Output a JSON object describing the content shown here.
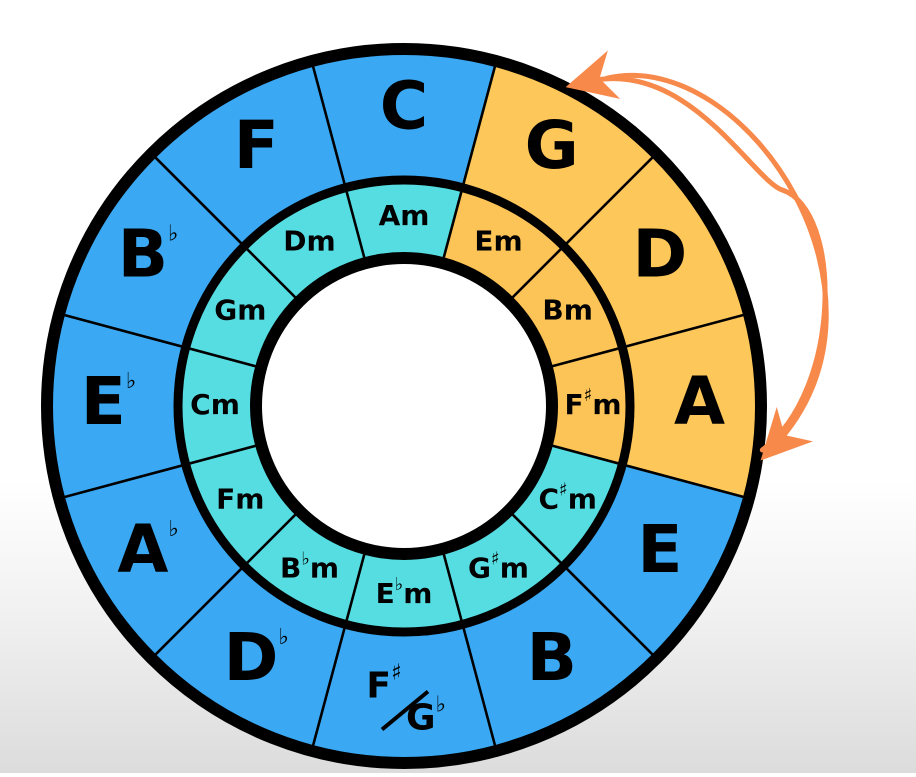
{
  "colors": {
    "outer_blue": "#3aa8f2",
    "inner_cyan": "#56dde2",
    "highlight_outer": "#fdc75a",
    "highlight_inner": "#fcc456",
    "ring_border": "#000000",
    "arrow": "#f7894a"
  },
  "circle_of_fifths": {
    "major_keys": [
      {
        "base": "C",
        "acc": "",
        "highlight": false
      },
      {
        "base": "G",
        "acc": "",
        "highlight": true
      },
      {
        "base": "D",
        "acc": "",
        "highlight": true
      },
      {
        "base": "A",
        "acc": "",
        "highlight": true
      },
      {
        "base": "E",
        "acc": "",
        "highlight": false
      },
      {
        "base": "B",
        "acc": "",
        "highlight": false
      },
      {
        "base": "F",
        "acc": "♯",
        "base2": "G",
        "acc2": "♭",
        "split": true,
        "highlight": false
      },
      {
        "base": "D",
        "acc": "♭",
        "highlight": false
      },
      {
        "base": "A",
        "acc": "♭",
        "highlight": false
      },
      {
        "base": "E",
        "acc": "♭",
        "highlight": false
      },
      {
        "base": "B",
        "acc": "♭",
        "highlight": false
      },
      {
        "base": "F",
        "acc": "",
        "highlight": false
      }
    ],
    "minor_keys": [
      {
        "base": "A",
        "acc": "",
        "suffix": "m",
        "highlight": false
      },
      {
        "base": "E",
        "acc": "",
        "suffix": "m",
        "highlight": true
      },
      {
        "base": "B",
        "acc": "",
        "suffix": "m",
        "highlight": true
      },
      {
        "base": "F",
        "acc": "♯",
        "suffix": "m",
        "highlight": true
      },
      {
        "base": "C",
        "acc": "♯",
        "suffix": "m",
        "highlight": false
      },
      {
        "base": "G",
        "acc": "♯",
        "suffix": "m",
        "highlight": false
      },
      {
        "base": "E",
        "acc": "♭",
        "suffix": "m",
        "highlight": false
      },
      {
        "base": "B",
        "acc": "♭",
        "suffix": "m",
        "highlight": false
      },
      {
        "base": "F",
        "acc": "",
        "suffix": "m",
        "highlight": false
      },
      {
        "base": "C",
        "acc": "",
        "suffix": "m",
        "highlight": false
      },
      {
        "base": "G",
        "acc": "",
        "suffix": "m",
        "highlight": false
      },
      {
        "base": "D",
        "acc": "",
        "suffix": "m",
        "highlight": false
      }
    ],
    "arrow": {
      "from_key": "A",
      "to_key": "G"
    }
  }
}
